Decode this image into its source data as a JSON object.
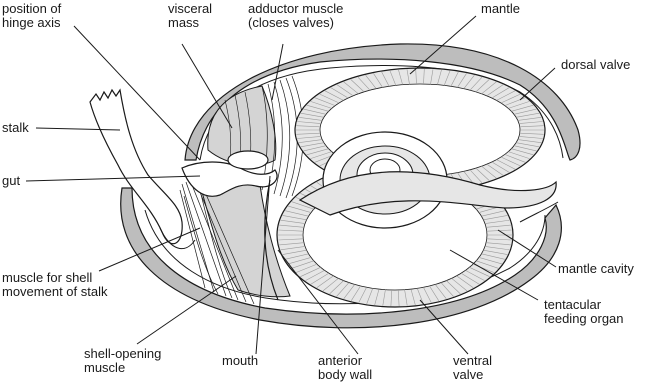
{
  "labels": {
    "hinge_axis": "position of\nhinge axis",
    "visceral_mass": "visceral\nmass",
    "adductor_muscle": "adductor muscle\n(closes valves)",
    "mantle": "mantle",
    "dorsal_valve": "dorsal valve",
    "stalk": "stalk",
    "gut": "gut",
    "mantle_cavity": "mantle cavity",
    "muscle_stalk": "muscle for shell\nmovement of stalk",
    "tentacular_organ": "tentacular\nfeeding organ",
    "shell_opening_muscle": "shell-opening\nmuscle",
    "mouth": "mouth",
    "anterior_body_wall": "anterior\nbody wall",
    "ventral_valve": "ventral\nvalve"
  },
  "colors": {
    "ink": "#1a1a1a",
    "shell_fill": "#bdbdbd",
    "visceral_fill": "#d4d4d4",
    "organ_fill": "#e6e6e6",
    "background": "#ffffff"
  }
}
